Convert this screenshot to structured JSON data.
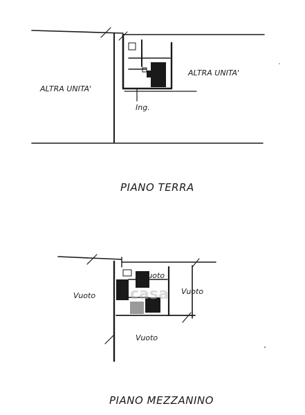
{
  "ground_floor": {
    "title": "PIANO TERRA",
    "left_unit": "ALTRA UNITA'",
    "right_unit": "ALTRA UNITA'",
    "entrance": "Ing."
  },
  "mezzanine": {
    "title": "PIANO MEZZANINO",
    "void_left": "Vuoto",
    "void_top": "Vuoto",
    "void_right": "Vuoto",
    "void_bottom": "Vuoto"
  },
  "watermark": "casa"
}
